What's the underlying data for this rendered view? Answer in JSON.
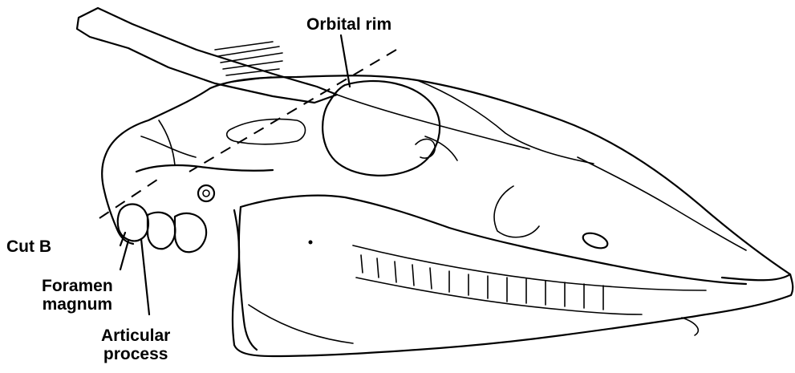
{
  "figure": {
    "labels": {
      "orbital_rim": "Orbital rim",
      "cut_b": "Cut B",
      "foramen_line1": "Foramen",
      "foramen_line2": "magnum",
      "articular_line1": "Articular",
      "articular_line2": "process"
    },
    "ink_color": "#000000",
    "background_color": "#ffffff"
  }
}
